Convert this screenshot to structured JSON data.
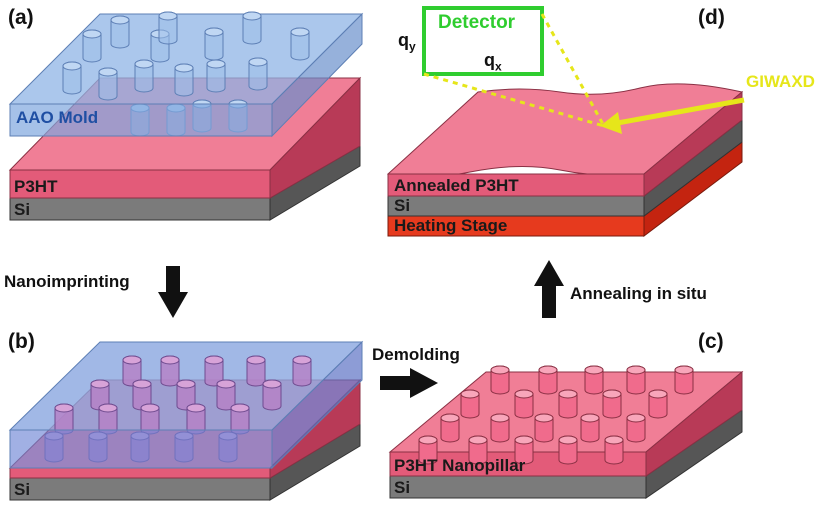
{
  "panels": {
    "a": "(a)",
    "b": "(b)",
    "c": "(c)",
    "d": "(d)"
  },
  "layers": {
    "aao_mold": "AAO Mold",
    "p3ht": "P3HT",
    "si": "Si",
    "p3ht_nanopillar": "P3HT Nanopillar",
    "annealed_p3ht": "Annealed P3HT",
    "heating_stage": "Heating Stage"
  },
  "steps": {
    "nanoimprinting": "Nanoimprinting",
    "demolding": "Demolding",
    "annealing": "Annealing in situ"
  },
  "detector": {
    "label": "Detector",
    "qy_base": "q",
    "qy_sub": "y",
    "qx_base": "q",
    "qx_sub": "x",
    "giwaxd": "GIWAXD"
  },
  "colors": {
    "p3ht": "#e35b79",
    "si": "#7b7b7b",
    "aao_mold": "#8fb4e6",
    "heating_stage": "#e63a1e",
    "detector": "#2fcd2f",
    "beam": "#e6e61a"
  }
}
